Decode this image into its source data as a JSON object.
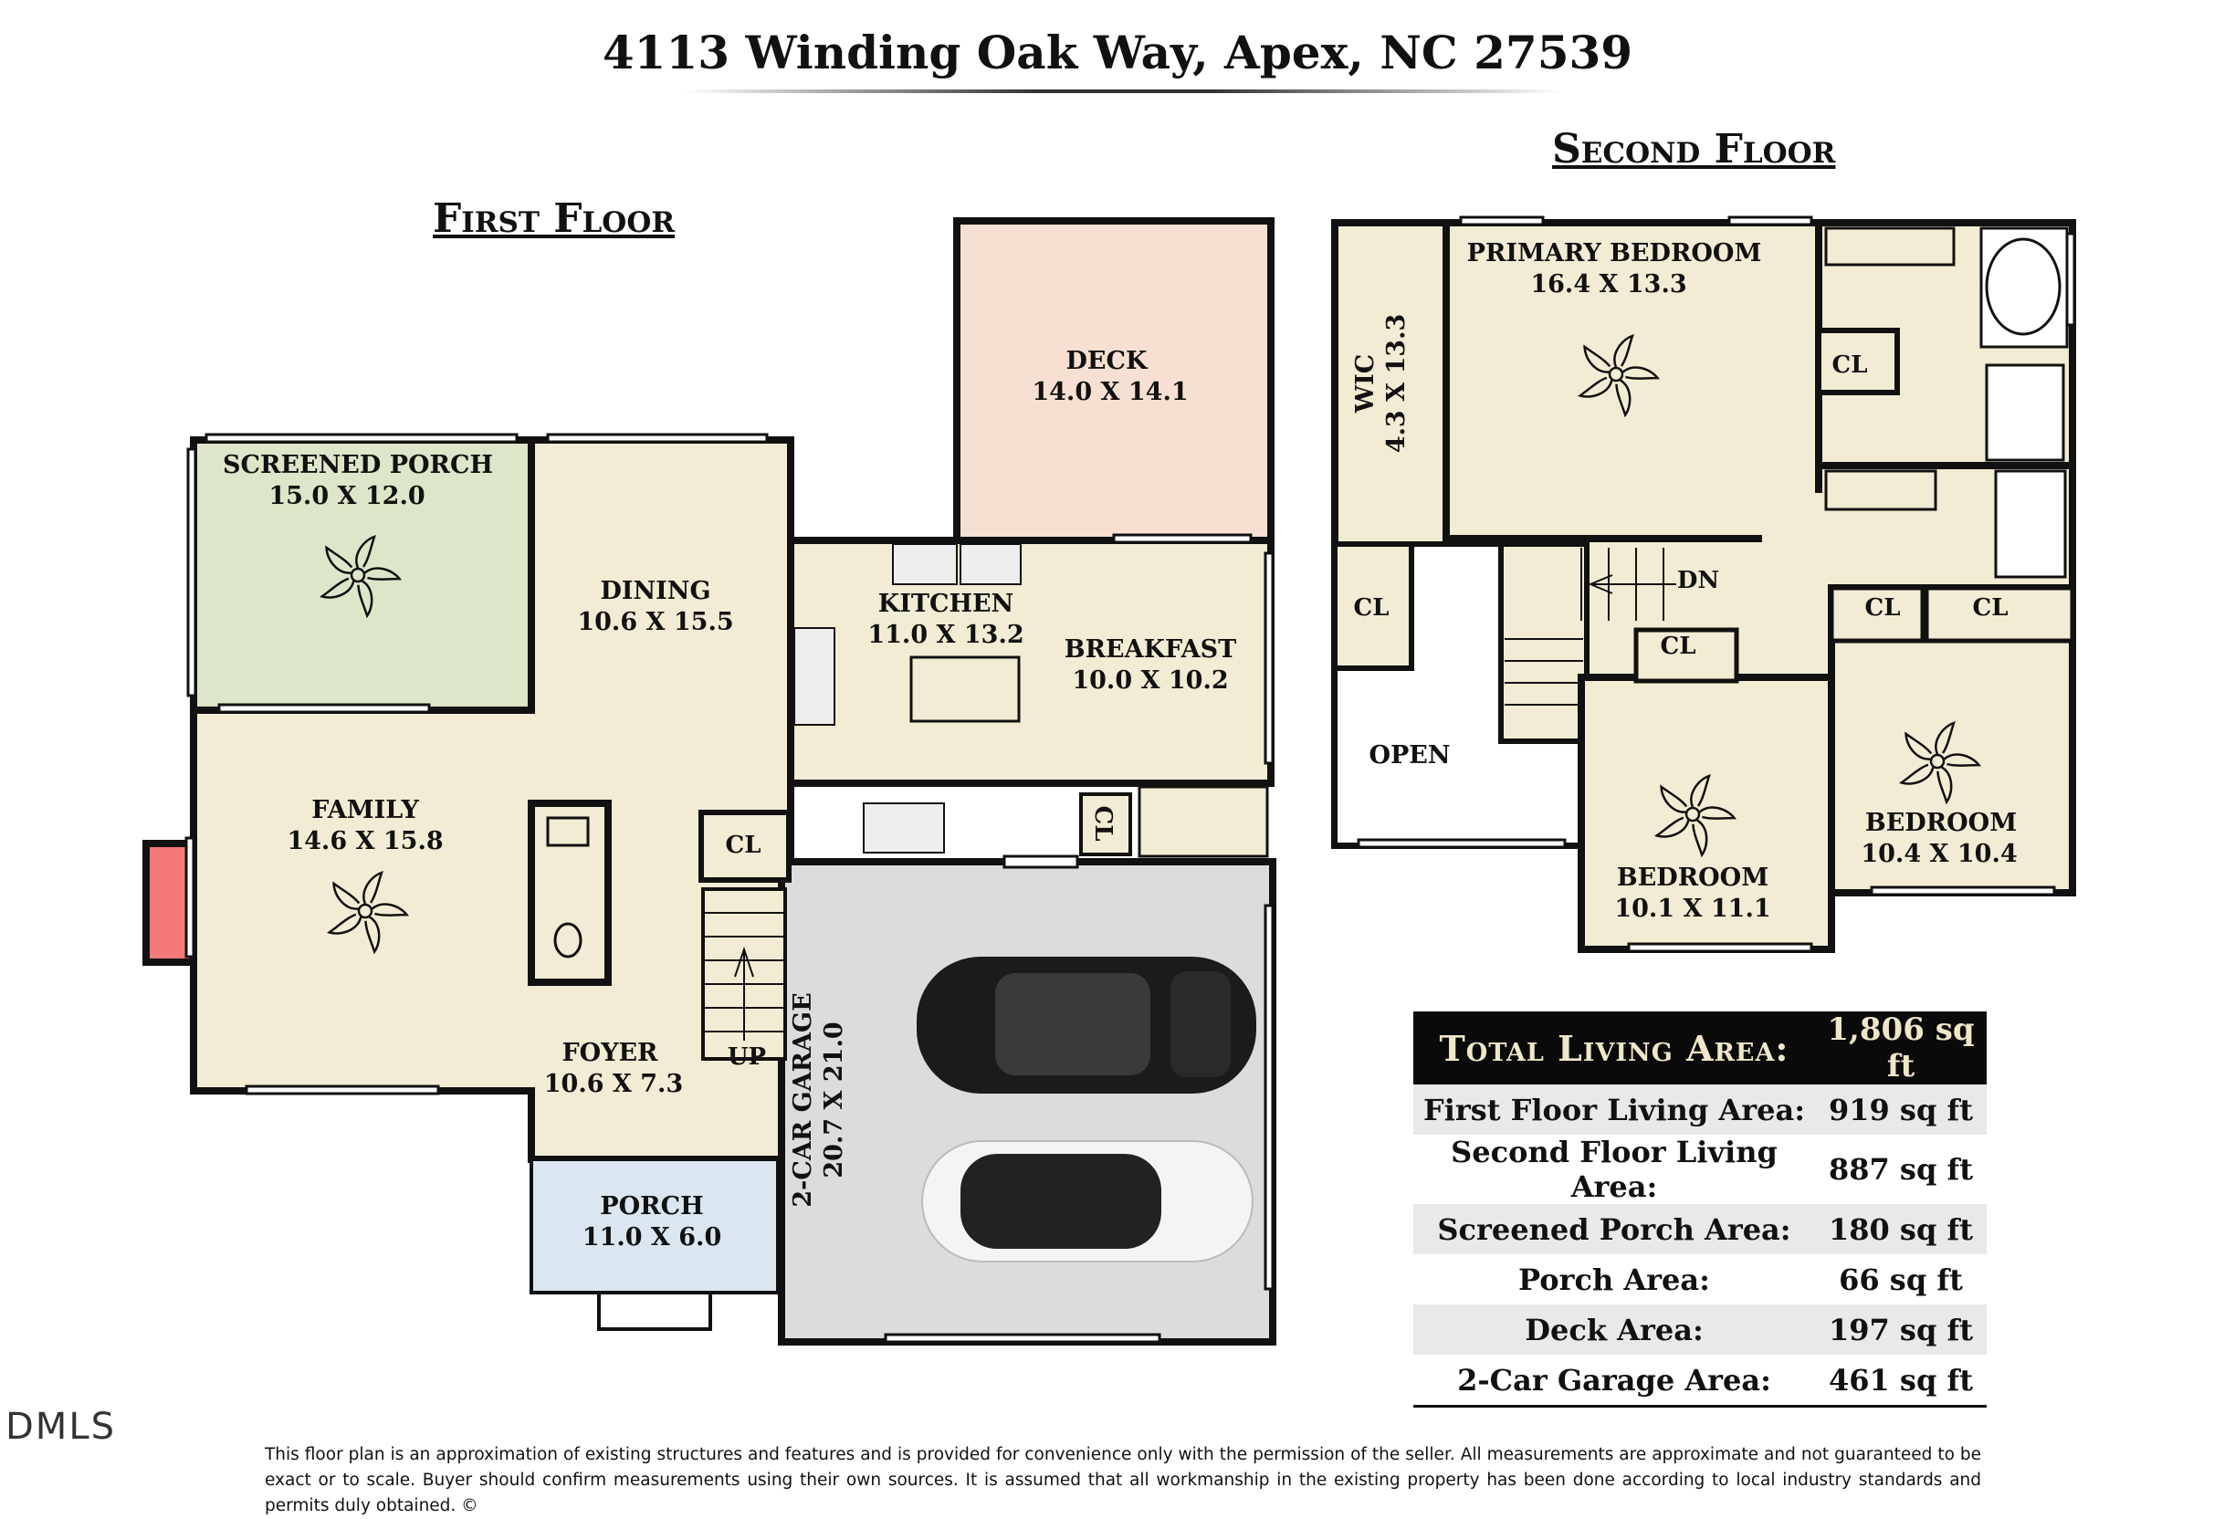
{
  "title": "4113 Winding Oak Way, Apex, NC 27539",
  "first_floor": {
    "heading": "First Floor",
    "rooms": {
      "screened_porch": {
        "name": "SCREENED PORCH",
        "dims": "15.0 X 12.0"
      },
      "dining": {
        "name": "DINING",
        "dims": "10.6 X 15.5"
      },
      "kitchen": {
        "name": "KITCHEN",
        "dims": "11.0 X 13.2"
      },
      "deck": {
        "name": "DECK",
        "dims": "14.0 X 14.1"
      },
      "breakfast": {
        "name": "BREAKFAST",
        "dims": "10.0 X 10.2"
      },
      "family": {
        "name": "FAMILY",
        "dims": "14.6 X 15.8"
      },
      "foyer": {
        "name": "FOYER",
        "dims": "10.6 X 7.3"
      },
      "porch": {
        "name": "PORCH",
        "dims": "11.0 X 6.0"
      },
      "garage": {
        "name": "2-CAR GARAGE",
        "dims": "20.7 X 21.0"
      }
    },
    "closet_label": "CL",
    "closet_label_2": "CL",
    "stair_label": "UP"
  },
  "second_floor": {
    "heading": "Second Floor",
    "rooms": {
      "primary_bedroom": {
        "name": "PRIMARY BEDROOM",
        "dims": "16.4 X 13.3"
      },
      "wic": {
        "name": "WIC",
        "dims": "4.3 X 13.3"
      },
      "bedroom_1": {
        "name": "BEDROOM",
        "dims": "10.1 X 11.1"
      },
      "bedroom_2": {
        "name": "BEDROOM",
        "dims": "10.4 X 10.4"
      },
      "open": {
        "name": "OPEN"
      }
    },
    "closet_labels": [
      "CL",
      "CL",
      "CL",
      "CL",
      "CL"
    ],
    "stair_label": "DN"
  },
  "area_table": {
    "header": {
      "label": "Total Living Area:",
      "value": "1,806 sq ft"
    },
    "rows": [
      {
        "label": "First Floor Living Area:",
        "value": "919 sq ft"
      },
      {
        "label": "Second Floor Living Area:",
        "value": "887 sq ft"
      },
      {
        "label": "Screened Porch Area:",
        "value": "180 sq ft"
      },
      {
        "label": "Porch Area:",
        "value": "66 sq ft"
      },
      {
        "label": "Deck Area:",
        "value": "197 sq ft"
      },
      {
        "label": "2-Car Garage Area:",
        "value": "461 sq ft"
      }
    ]
  },
  "watermark": "DMLS",
  "disclaimer": "This floor plan is an approximation of existing structures and features and is provided for convenience only with the permission of the seller.  All measurements are approximate and not guaranteed to be exact or to scale.  Buyer should confirm measurements using their own sources.  It is assumed that all workmanship in the existing property has been done according to local industry standards and permits duly obtained.  ©",
  "colors": {
    "room_fill": "#f2ecd4",
    "screened_porch": "#dde6c8",
    "deck": "#f7e0d2",
    "porch": "#dbe6f0",
    "garage": "#dcdcdc",
    "fireplace": "#f47a7a",
    "wall": "#111111"
  }
}
